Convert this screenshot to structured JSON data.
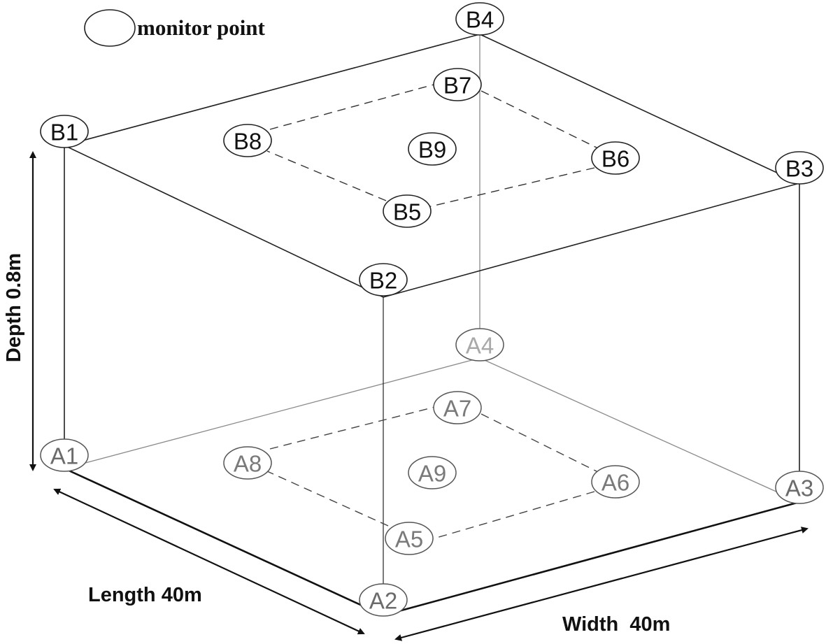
{
  "legend": {
    "label": "monitor point"
  },
  "dimensions": {
    "depth": "Depth 0.8m",
    "length": "Length 40m",
    "width": "Width  40m"
  },
  "monitor_points": {
    "top": [
      {
        "id": "B1",
        "label": "B1",
        "color": "#111111"
      },
      {
        "id": "B2",
        "label": "B2",
        "color": "#111111"
      },
      {
        "id": "B3",
        "label": "B3",
        "color": "#111111"
      },
      {
        "id": "B4",
        "label": "B4",
        "color": "#111111"
      },
      {
        "id": "B5",
        "label": "B5",
        "color": "#111111"
      },
      {
        "id": "B6",
        "label": "B6",
        "color": "#111111"
      },
      {
        "id": "B7",
        "label": "B7",
        "color": "#111111"
      },
      {
        "id": "B8",
        "label": "B8",
        "color": "#111111"
      },
      {
        "id": "B9",
        "label": "B9",
        "color": "#111111"
      }
    ],
    "bottom": [
      {
        "id": "A1",
        "label": "A1",
        "color": "#6b6b6b"
      },
      {
        "id": "A2",
        "label": "A2",
        "color": "#6b6b6b"
      },
      {
        "id": "A3",
        "label": "A3",
        "color": "#6b6b6b"
      },
      {
        "id": "A4",
        "label": "A4",
        "color": "#a9a9a9"
      },
      {
        "id": "A5",
        "label": "A5",
        "color": "#7a7a7a"
      },
      {
        "id": "A6",
        "label": "A6",
        "color": "#7a7a7a"
      },
      {
        "id": "A7",
        "label": "A7",
        "color": "#7a7a7a"
      },
      {
        "id": "A8",
        "label": "A8",
        "color": "#7a7a7a"
      },
      {
        "id": "A9",
        "label": "A9",
        "color": "#7a7a7a"
      }
    ]
  }
}
